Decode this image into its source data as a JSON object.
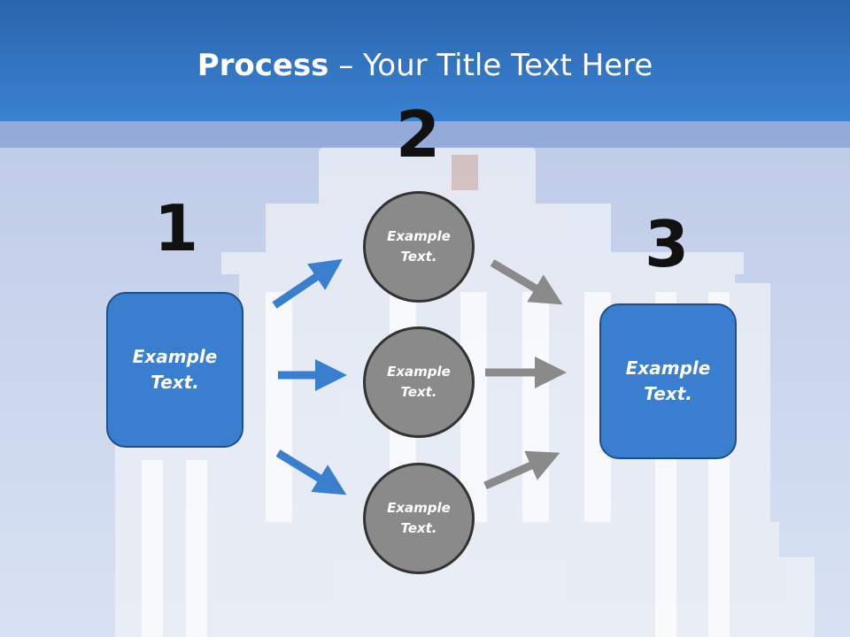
{
  "title": {
    "bold": "Process",
    "rest": " – Your Title Text Here"
  },
  "steps": [
    {
      "number": "1",
      "label_line1": "Example",
      "label_line2": "Text."
    },
    {
      "number": "2"
    },
    {
      "number": "3",
      "label_line1": "Example",
      "label_line2": "Text."
    }
  ],
  "circles": [
    {
      "line1": "Example",
      "line2": "Text."
    },
    {
      "line1": "Example",
      "line2": "Text."
    },
    {
      "line1": "Example",
      "line2": "Text."
    }
  ],
  "colors": {
    "title_bar": "#3a82d2",
    "box_fill": "#3a7fcf",
    "circle_fill": "#8a8a8a",
    "arrow_blue": "#3a7fcf",
    "arrow_gray": "#8a8a8a"
  }
}
